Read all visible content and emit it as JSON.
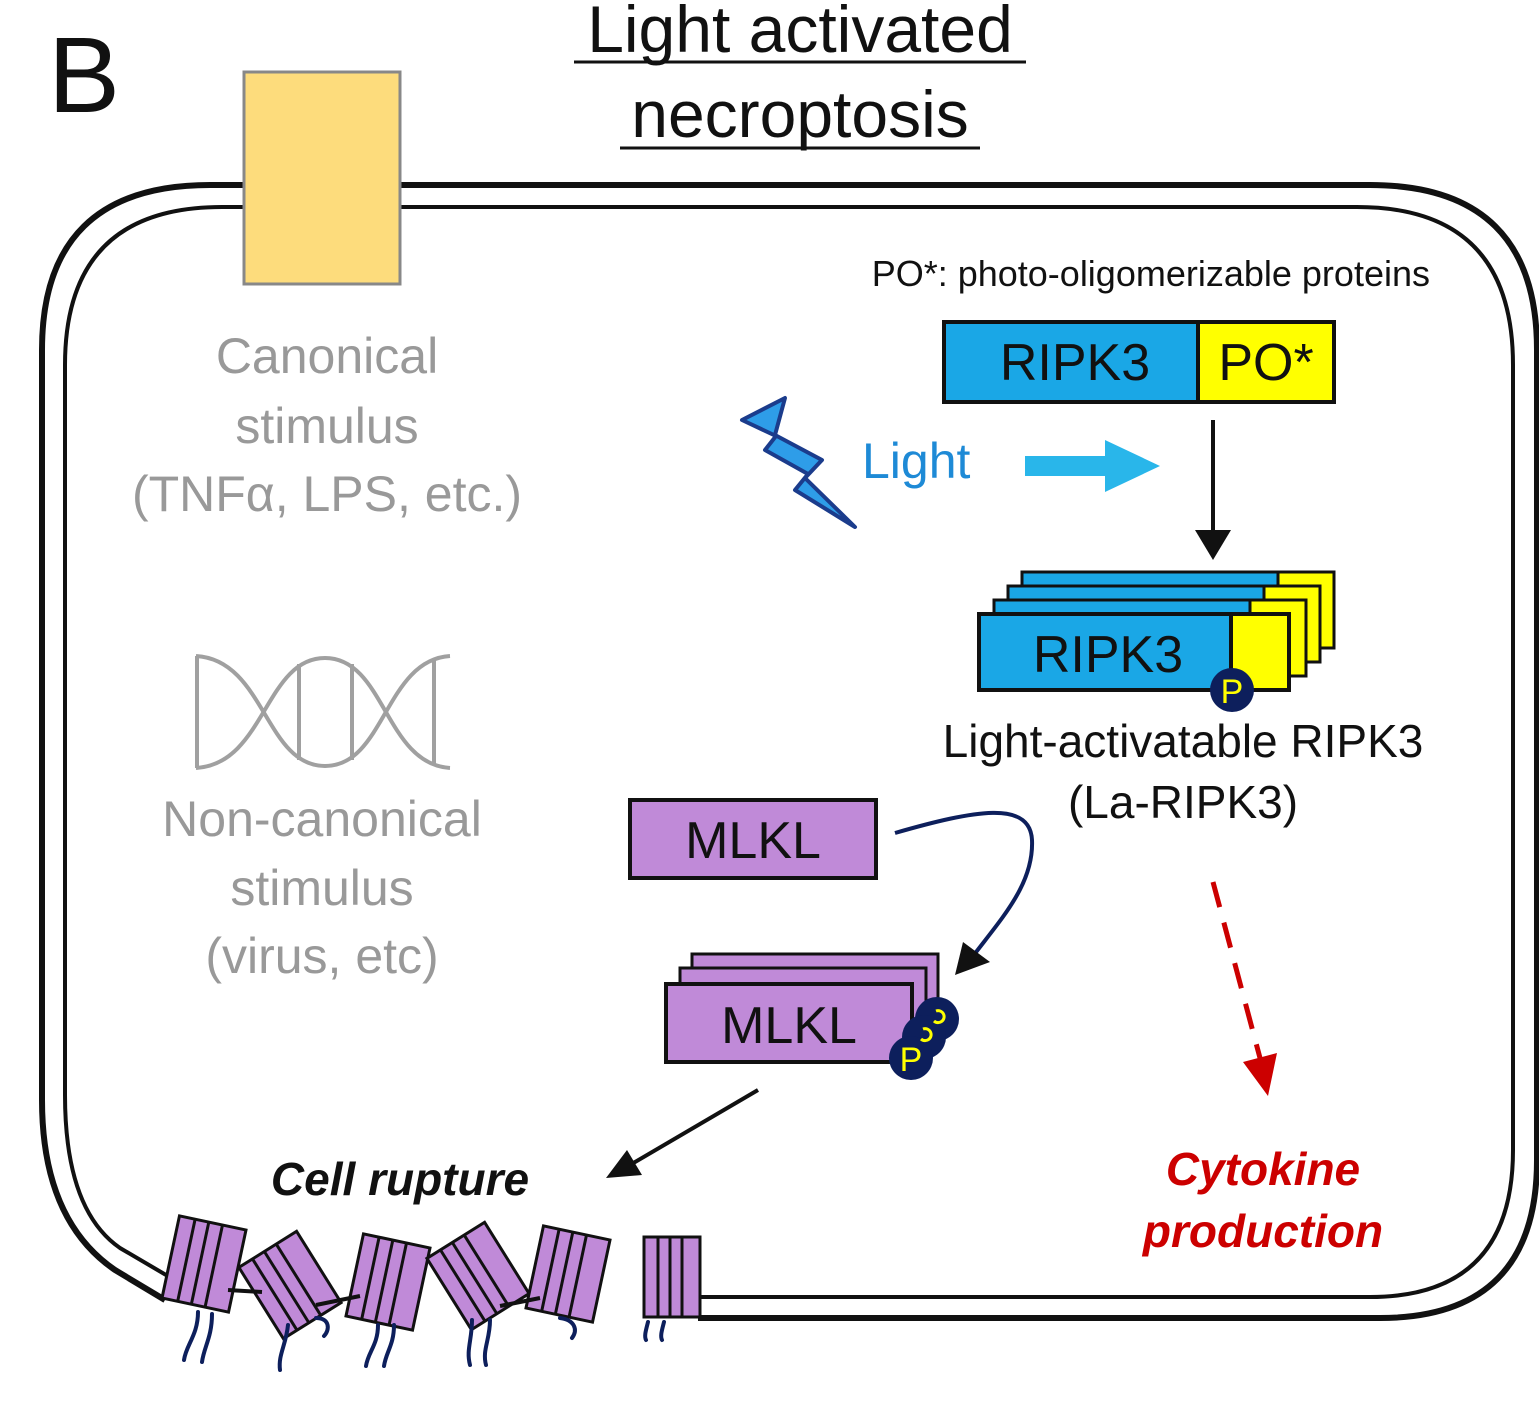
{
  "panel_label": "B",
  "title": {
    "line1": "Light activated",
    "line2": "necroptosis"
  },
  "po_legend": "PO*: photo-oligomerizable proteins",
  "ripk3_construct": {
    "ripk3": "RIPK3",
    "po": "PO*"
  },
  "light_label": "Light",
  "la_ripk3": {
    "box_label": "RIPK3",
    "phospho": "P",
    "caption_line1": "Light-activatable RIPK3",
    "caption_line2": "(La-RIPK3)"
  },
  "canonical": {
    "line1": "Canonical",
    "line2": "stimulus",
    "line3": "(TNFα, LPS, etc.)"
  },
  "non_canonical": {
    "line1": "Non-canonical",
    "line2": "stimulus",
    "line3": "(virus, etc)"
  },
  "mlkl": {
    "monomer": "MLKL",
    "oligomer": "MLKL",
    "phospho": "P"
  },
  "cell_rupture": "Cell rupture",
  "cytokine": {
    "line1": "Cytokine",
    "line2": "production"
  },
  "colors": {
    "ripk3_blue": "#1aa7e6",
    "po_yellow": "#ffff00",
    "mlkl_purple": "#c08ad8",
    "receptor_orange": "#fddc7c",
    "light_blue": "#29abe2",
    "bolt_blue": "#1678c8",
    "dark_navy": "#0d1f5c",
    "cytokine_red": "#cc0000",
    "stimulus_gray": "#999999"
  },
  "icons": {
    "bolt": "lightning-bolt-icon",
    "dna": "dna-helix-icon",
    "pore": "mlkl-pore-icon"
  }
}
